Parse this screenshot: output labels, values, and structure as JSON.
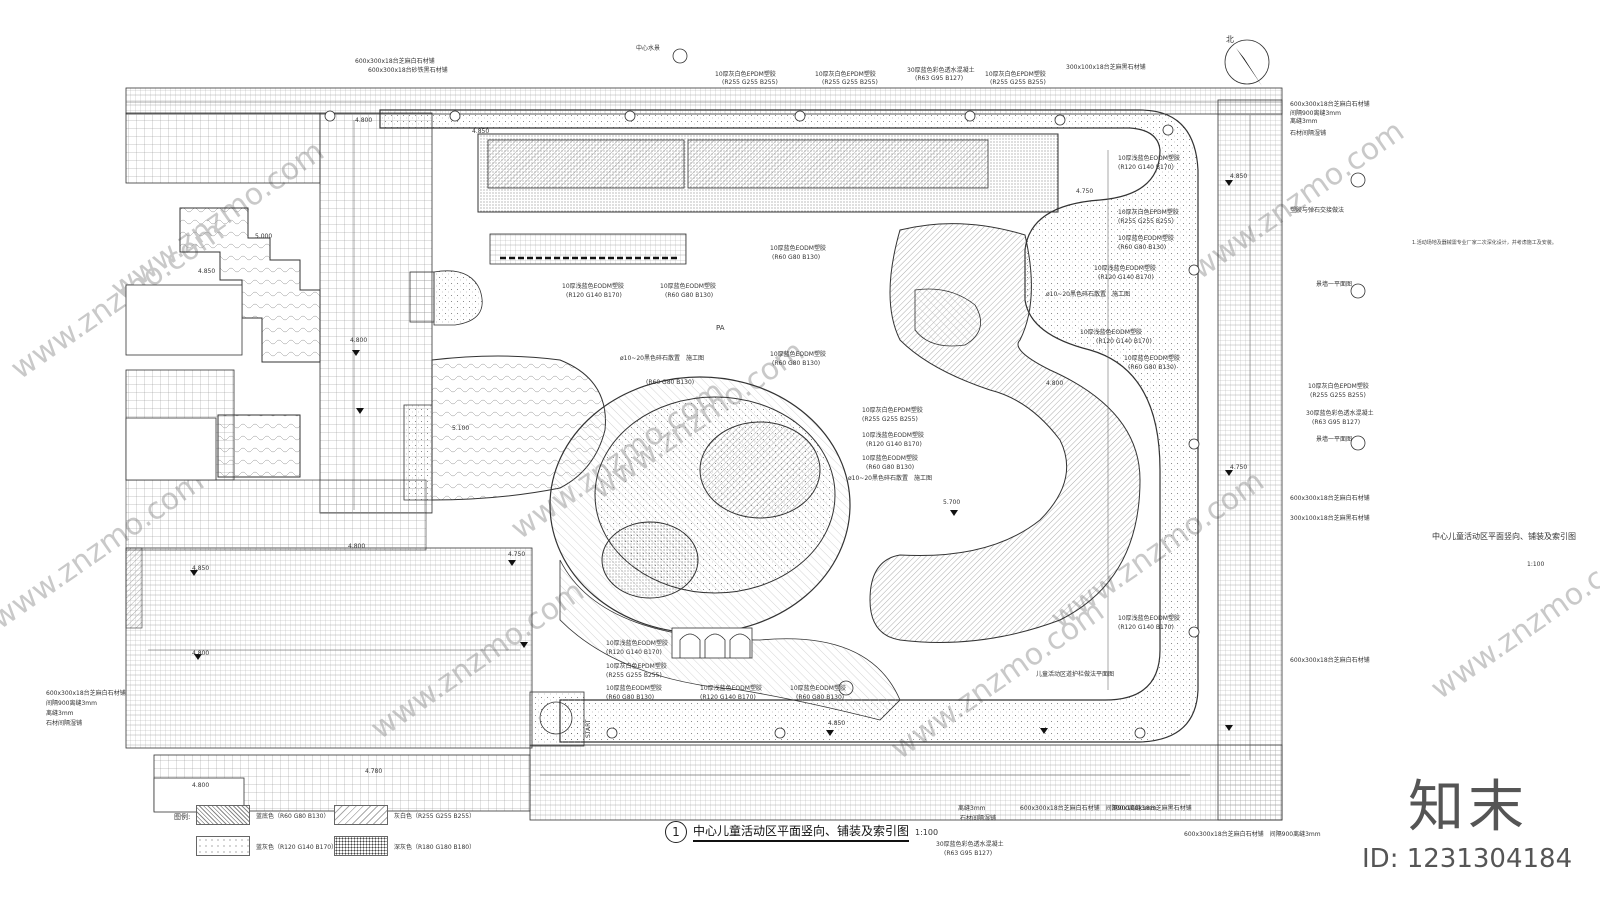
{
  "drawing": {
    "title_number": "1",
    "title": "中心儿童活动区平面竖向、铺装及索引图",
    "title_scale": "1:100",
    "side_title": "中心儿童活动区平面竖向、铺装及索引图",
    "side_scale": "1:100",
    "north_label": "北",
    "pa_label": "PA",
    "start_label": "START",
    "note": "1.活动场地及器械需专业厂家二次深化设计，并考虑施工及安装。",
    "legend_title": "图例:",
    "legend": [
      {
        "label": "蓝底色（R60 G80 B130）",
        "pattern": "hatch"
      },
      {
        "label": "灰白色（R255 G255 B255）",
        "pattern": "hatch-light"
      },
      {
        "label": "蓝灰色（R120 G140 B170）",
        "pattern": "dots"
      },
      {
        "label": "深灰色（R180 G180 B180）",
        "pattern": "dense-dots"
      }
    ]
  },
  "callouts_top": [
    "600x300x18台芝麻白石材铺",
    "600x300x18台砂铁黑石材铺",
    "中心水景",
    "10厚灰白色EPDM塑胶",
    "(R255 G255 B255)",
    "10厚灰白色EPDM塑胶",
    "(R255 G255 B255)",
    "30厚蓝色彩色透水混凝土",
    "(R63 G95 B127)",
    "10厚灰白色EPDM塑胶",
    "(R255 G255 B255)",
    "300x100x18台芝麻黑石材铺"
  ],
  "callouts_right": [
    "600x300x18台芝麻白石材铺",
    "间隔900离缝3mm",
    "离缝3mm",
    "石材间隔湿铺",
    "10厚浅蓝色EODM塑胶",
    "(R120 G140 B170)",
    "塑胶与弹石交接做法",
    "10厚灰白色EPDM塑胶",
    "(R255 G255 B255)",
    "10厚蓝色EODM塑胶",
    "(R60 G80 B130)",
    "景墙一平面图",
    "10厚浅蓝色EODM塑胶",
    "(R120 G140 B170)",
    "ø10~20黑色碎石散置　施工图",
    "10厚浅蓝色EODM塑胶",
    "(R120 G140 B170)",
    "10厚蓝色EODM塑胶",
    "(R60 G80 B130)",
    "10厚灰白色EPDM塑胶",
    "(R255 G255 B255)",
    "30厚蓝色彩色透水混凝土",
    "(R63 G95 B127)",
    "景墙一平面图",
    "600x300x18台芝麻白石材铺",
    "300x100x18台芝麻黑石材铺",
    "10厚浅蓝色EODM塑胶",
    "(R120 G140 B170)",
    "600x300x18台芝麻白石材铺"
  ],
  "callouts_center": [
    "10厚蓝色EODM塑胶",
    "(R60 G80 B130)",
    "10厚浅蓝色EODM塑胶",
    "(R120 G140 B170)",
    "10厚蓝色EODM塑胶",
    "(R60 G80 B130)",
    "ø10~20黑色碎石散置　施工图",
    "(R60 G80 B130)",
    "10厚灰白色EPDM塑胶",
    "(R255 G255 B255)",
    "10厚浅蓝色EODM塑胶",
    "(R120 G140 B170)",
    "10厚蓝色EODM塑胶",
    "(R60 G80 B130)",
    "ø10~20黑色碎石散置　施工图",
    "10厚蓝色EODM塑胶",
    "(R60 G80 B130)"
  ],
  "callouts_bottom": [
    "10厚浅蓝色EODM塑胶",
    "(R120 G140 B170)",
    "10厚灰白色EPDM塑胶",
    "(R255 G255 B255)",
    "10厚蓝色EODM塑胶",
    "(R60 G80 B130)",
    "10厚浅蓝色EODM塑胶",
    "(R120 G140 B170)",
    "10厚蓝色EODM塑胶",
    "(R60 G80 B130)",
    "离缝3mm",
    "600x300x18台芝麻白石材铺　间隔900离缝3mm",
    "300x100x18台芝麻黑石材铺",
    "石材间隔湿铺",
    "30厚蓝色彩色透水混凝土",
    "(R63 G95 B127)",
    "600x300x18台芝麻白石材铺　间隔900离缝3mm",
    "儿童活动区道护栏做法平面图"
  ],
  "callouts_left": [
    "600x300x18台芝麻白石材铺",
    "间隔900离缝3mm",
    "离缝3mm",
    "石材间隔湿铺"
  ],
  "elevations": [
    "4.800",
    "4.850",
    "4.850",
    "5.000",
    "5.100",
    "4.800",
    "4.750",
    "4.850",
    "4.800",
    "4.750",
    "5.700",
    "4.850",
    "4.800",
    "4.750",
    "4.850",
    "4.800",
    "4.780",
    "4.800"
  ],
  "brand": "知末",
  "brand_id": "ID: 1231304184",
  "watermark": "www.znzmo.com"
}
